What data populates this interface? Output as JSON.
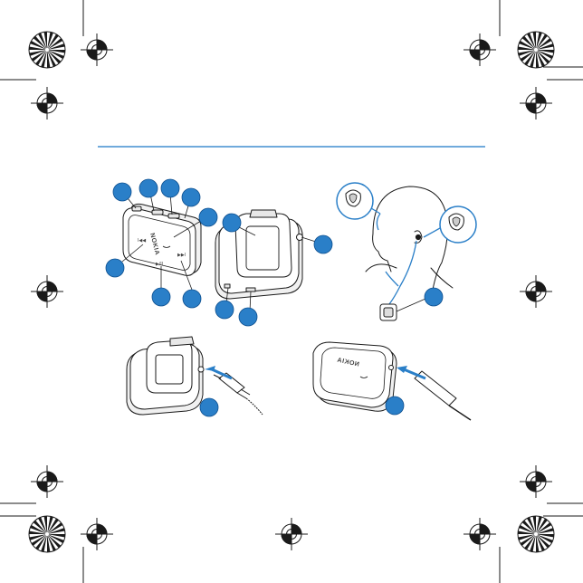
{
  "page": {
    "rule_color": "#1a78c8",
    "callout_color": "#2a7fc8",
    "callout_border": "#0c4e8e",
    "line_color": "#1a1a1a"
  },
  "device": {
    "brand": "NOKIA",
    "buttons": {
      "prev": "I◀◀",
      "play": "▶/II",
      "next": "▶▶I"
    }
  },
  "callouts": {
    "figure_top_left": [
      "",
      "",
      "",
      "",
      "",
      "",
      ""
    ],
    "figure_top_middle": [
      "",
      "",
      "",
      "",
      ""
    ],
    "figure_top_right": [
      ""
    ],
    "figure_bottom_left": [
      ""
    ],
    "figure_bottom_right": [
      ""
    ]
  }
}
